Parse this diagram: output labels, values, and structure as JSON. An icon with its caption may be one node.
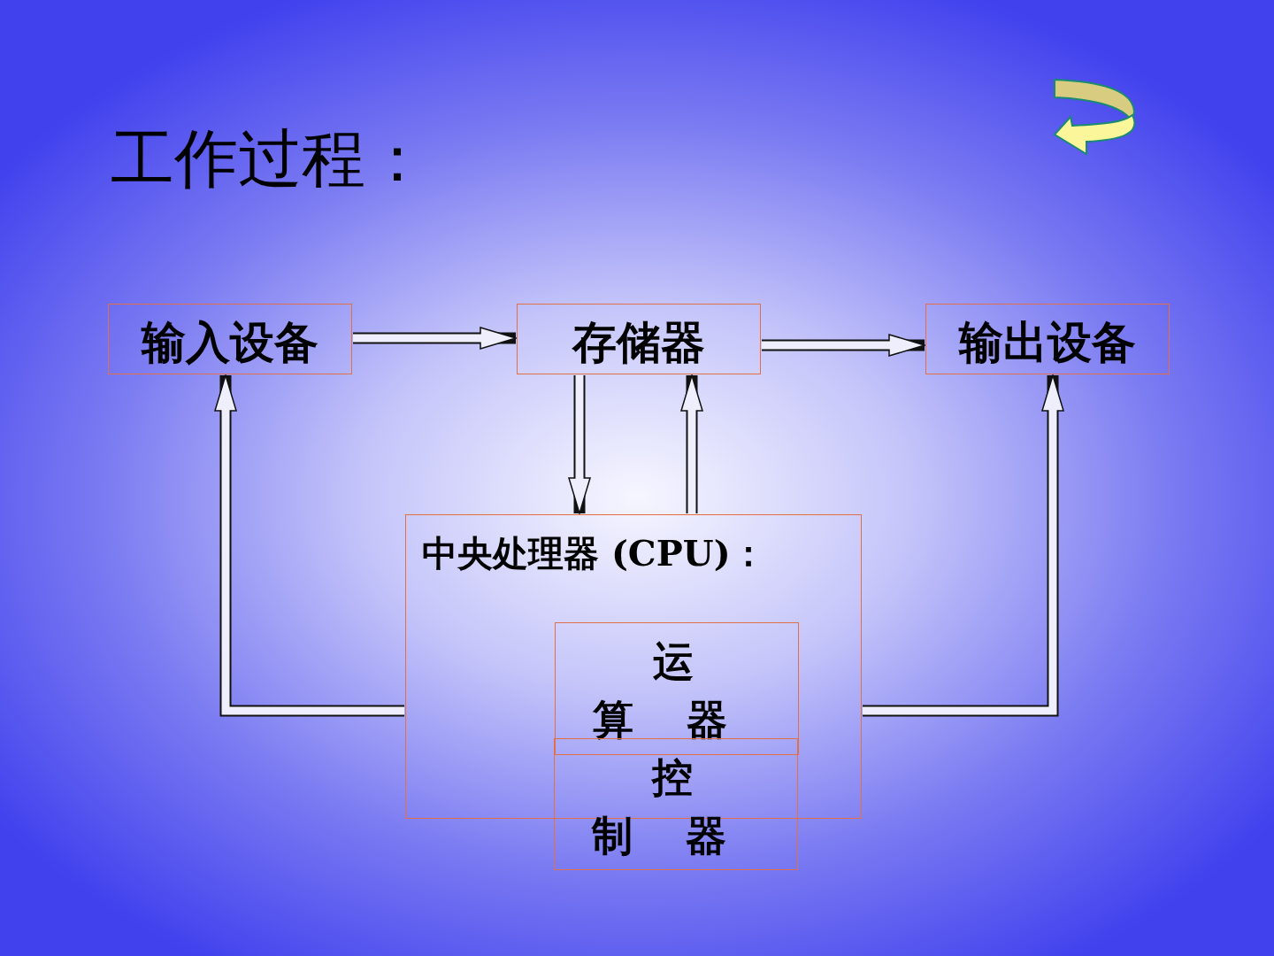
{
  "diagram": {
    "title": "工作过程：",
    "nodes": [
      {
        "text": [
          "输入设备"
        ]
      },
      {
        "text": [
          "存储器"
        ]
      },
      {
        "text": [
          "输出设备"
        ]
      },
      {
        "text": [
          "中央处理器 (CPU)："
        ]
      },
      {
        "text": [
          "运算器"
        ],
        "in": 3
      },
      {
        "text": [
          "控制器"
        ]
      }
    ],
    "edges": [
      {
        "from": 0,
        "to": 1,
        "arrow": "to"
      },
      {
        "from": 1,
        "to": 2,
        "arrow": "to"
      },
      {
        "from": 1,
        "to": 3,
        "arrow": "to"
      },
      {
        "from": 3,
        "to": 1,
        "arrow": "to"
      },
      {
        "from": 3,
        "to": 0,
        "arrow": "to"
      },
      {
        "from": 3,
        "to": 2,
        "arrow": "to"
      }
    ]
  }
}
